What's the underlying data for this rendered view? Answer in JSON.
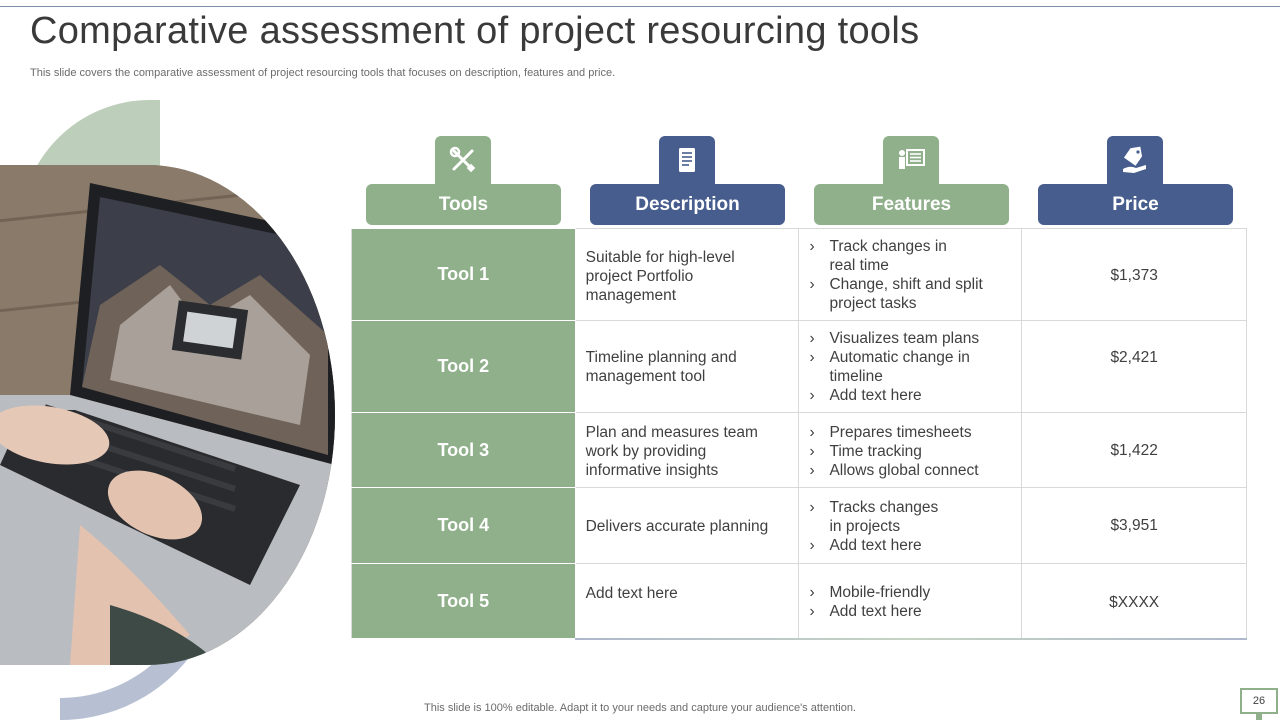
{
  "slide": {
    "title": "Comparative assessment of project resourcing tools",
    "subtitle": "This slide covers the comparative assessment of project resourcing tools that focuses on description, features and price.",
    "footer": "This slide is 100% editable. Adapt it to your needs and capture your audience's attention.",
    "page_number": "26"
  },
  "colors": {
    "green": "#8fb08a",
    "blue": "#475d8e"
  },
  "columns": [
    {
      "label": "Tools",
      "icon": "tools-icon"
    },
    {
      "label": "Description",
      "icon": "document-icon"
    },
    {
      "label": "Features",
      "icon": "presentation-icon"
    },
    {
      "label": "Price",
      "icon": "price-tag-hand-icon"
    }
  ],
  "rows": [
    {
      "tool": "Tool 1",
      "description": "Suitable for high-level project Portfolio management",
      "features": [
        "Track changes in real time",
        "Change, shift and split project tasks"
      ],
      "price": "$1,373"
    },
    {
      "tool": "Tool 2",
      "description": "Timeline planning and management tool",
      "features": [
        "Visualizes team plans",
        "Automatic change in timeline",
        "Add text here"
      ],
      "price": "$2,421"
    },
    {
      "tool": "Tool 3",
      "description": "Plan and measures team work by providing informative insights",
      "features": [
        "Prepares timesheets",
        "Time tracking",
        "Allows global connect"
      ],
      "price": "$1,422"
    },
    {
      "tool": "Tool 4",
      "description": "Delivers accurate planning",
      "features": [
        "Tracks changes in projects",
        "Add text here"
      ],
      "price": "$3,951"
    },
    {
      "tool": "Tool 5",
      "description": "Add text here",
      "features": [
        "Mobile-friendly",
        "Add text here"
      ],
      "price": "$XXXX"
    }
  ]
}
